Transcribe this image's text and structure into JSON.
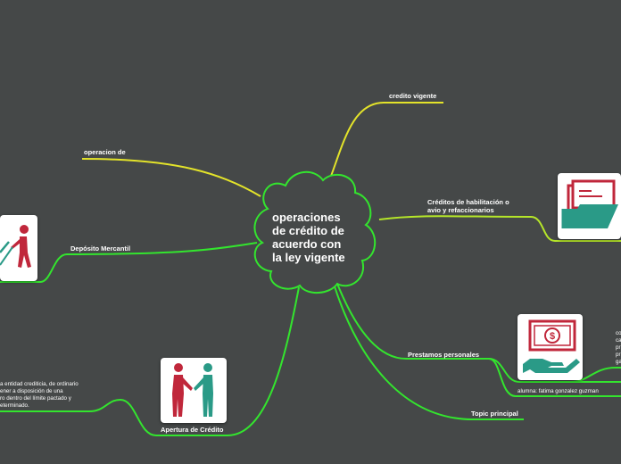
{
  "central": {
    "lines": [
      "operaciones",
      "de crédito de",
      "acuerdo con",
      "la ley vigente"
    ]
  },
  "topics": {
    "operacion": "operacion de",
    "credito_vigente": "credito vigente",
    "habilitacion_1": "Créditos de habilitación o",
    "habilitacion_2": "avio y refaccionarios",
    "deposito": "Depósito Mercantil",
    "prestamos": "Prestamos personales",
    "alumna": "alumna: fatima gonzalez guzman",
    "topic_principal": "Topic principal",
    "apertura": "Apertura de Crédito"
  },
  "apertura_note": {
    "lines": [
      "a entidad crediticia, de ordinario",
      "ener a disposición de una",
      "ro dentro del límite pactado y",
      "eterminado."
    ]
  },
  "prestamos_note": {
    "lines": [
      "co",
      "ca",
      "pr",
      "pr",
      "ga"
    ]
  },
  "colors": {
    "background": "#454848",
    "branch_green": "#33e52e",
    "branch_yellow": "#e3e32a",
    "branch_lime": "#b5e629",
    "icon_red": "#c0273b",
    "icon_teal": "#2a9a87"
  },
  "icons": [
    "person-pushing-icon",
    "folder-documents-icon",
    "money-hand-icon",
    "handshake-icon"
  ]
}
